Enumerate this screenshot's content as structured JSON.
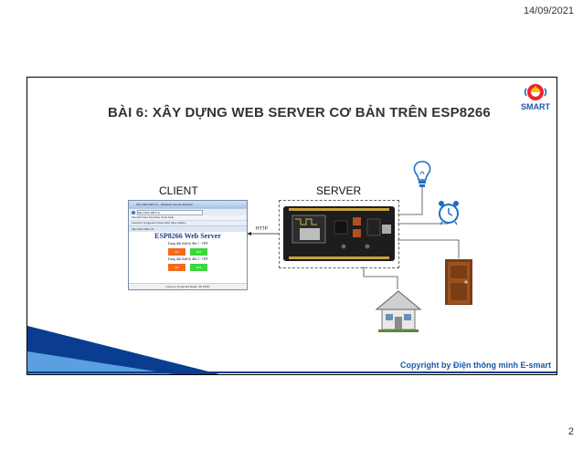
{
  "header": {
    "date": "14/09/2021"
  },
  "footer": {
    "page_number": "2"
  },
  "slide": {
    "title": "BÀI 6: XÂY DỰNG WEB SERVER CƠ BẢN TRÊN ESP8266",
    "logo_text": "SMART",
    "client_label": "CLIENT",
    "server_label": "SERVER",
    "http_label": "HTTP",
    "copyright": "Copyright by Điện thông minh E-smart"
  },
  "browser": {
    "title": "http://192.168.4.1/ - Windows Internet Explorer",
    "address": "http://192.168.4.1/",
    "menu": "File  Edit  View  Favorites  Tools  Help",
    "favorites": "Favorites  Suggested Sites  Web Slice Gallery",
    "tab": "http://192.168.4.1/",
    "heading": "ESP8266 Web Server",
    "line1": "Trang thái thiết bị đèn 1 - OFF",
    "line2": "Trang thái thiết bị đèn 2 - OFF",
    "on_label": "ON",
    "off_label": "OFF",
    "status": "Internet | Protected Mode: Off   100%"
  },
  "colors": {
    "accent": "#1a5aa8",
    "on": "#f26b1d",
    "off": "#3cd83c"
  },
  "icons": [
    "lightbulb-icon",
    "alarm-clock-icon",
    "door-icon",
    "house-icon",
    "esp8266-board-icon",
    "smart-logo-icon"
  ]
}
